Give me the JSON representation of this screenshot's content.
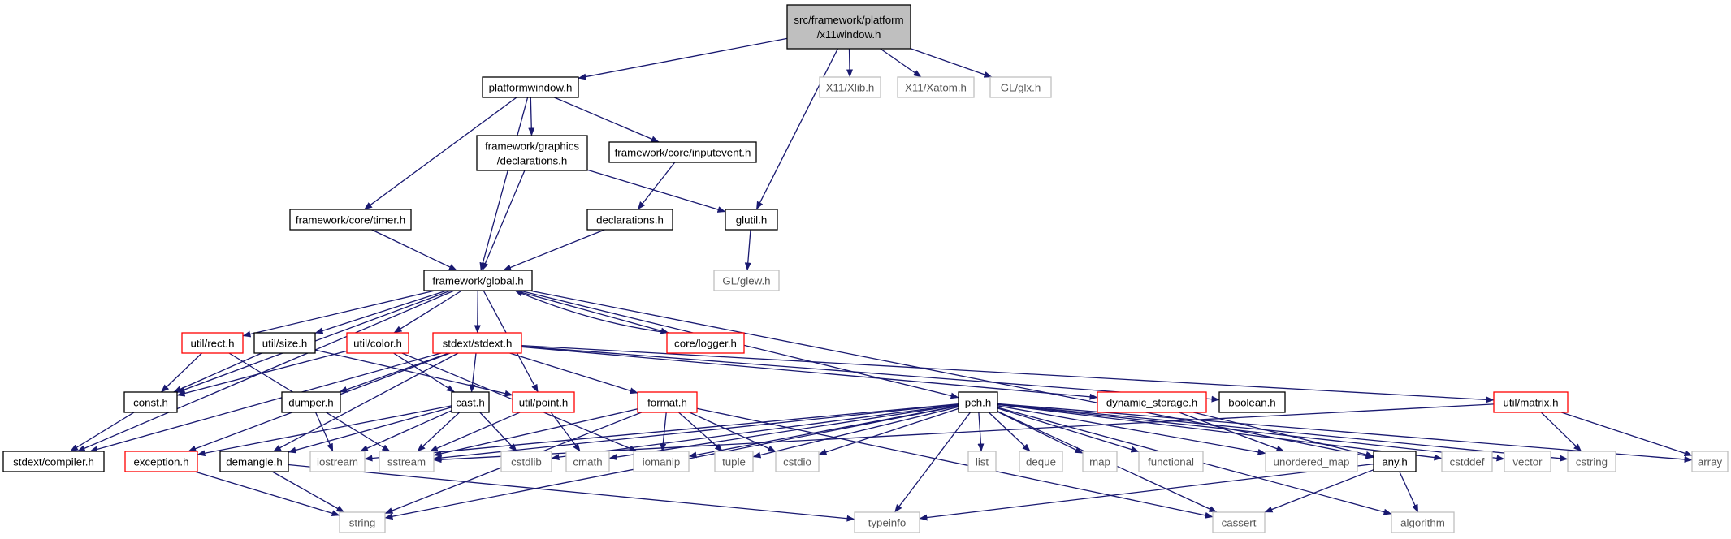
{
  "colors": {
    "edge": "#191970",
    "root_fill": "#bfbfbf",
    "border_default": "#000000",
    "border_red": "#ff0000",
    "border_gray": "#bfbfbf",
    "text_default": "#000000",
    "text_gray": "#555555"
  },
  "nodes": [
    {
      "id": "x11window",
      "lines": [
        "src/framework/platform",
        "/x11window.h"
      ],
      "style": "root"
    },
    {
      "id": "platformwindow",
      "lines": [
        "platformwindow.h"
      ],
      "style": "normal"
    },
    {
      "id": "xlib",
      "lines": [
        "X11/Xlib.h"
      ],
      "style": "gray"
    },
    {
      "id": "xatom",
      "lines": [
        "X11/Xatom.h"
      ],
      "style": "gray"
    },
    {
      "id": "glx",
      "lines": [
        "GL/glx.h"
      ],
      "style": "gray"
    },
    {
      "id": "gdecl",
      "lines": [
        "framework/graphics",
        "/declarations.h"
      ],
      "style": "normal"
    },
    {
      "id": "inputevent",
      "lines": [
        "framework/core/inputevent.h"
      ],
      "style": "normal"
    },
    {
      "id": "timer",
      "lines": [
        "framework/core/timer.h"
      ],
      "style": "normal"
    },
    {
      "id": "declarations",
      "lines": [
        "declarations.h"
      ],
      "style": "normal"
    },
    {
      "id": "glutil",
      "lines": [
        "glutil.h"
      ],
      "style": "normal"
    },
    {
      "id": "glew",
      "lines": [
        "GL/glew.h"
      ],
      "style": "gray"
    },
    {
      "id": "global",
      "lines": [
        "framework/global.h"
      ],
      "style": "normal"
    },
    {
      "id": "rect",
      "lines": [
        "util/rect.h"
      ],
      "style": "red"
    },
    {
      "id": "size",
      "lines": [
        "util/size.h"
      ],
      "style": "normal"
    },
    {
      "id": "color",
      "lines": [
        "util/color.h"
      ],
      "style": "red"
    },
    {
      "id": "stdext",
      "lines": [
        "stdext/stdext.h"
      ],
      "style": "red"
    },
    {
      "id": "logger",
      "lines": [
        "core/logger.h"
      ],
      "style": "red"
    },
    {
      "id": "const",
      "lines": [
        "const.h"
      ],
      "style": "normal"
    },
    {
      "id": "compiler",
      "lines": [
        "stdext/compiler.h"
      ],
      "style": "normal"
    },
    {
      "id": "dumper",
      "lines": [
        "dumper.h"
      ],
      "style": "normal"
    },
    {
      "id": "cast",
      "lines": [
        "cast.h"
      ],
      "style": "normal"
    },
    {
      "id": "point",
      "lines": [
        "util/point.h"
      ],
      "style": "red"
    },
    {
      "id": "format",
      "lines": [
        "format.h"
      ],
      "style": "red"
    },
    {
      "id": "pch",
      "lines": [
        "pch.h"
      ],
      "style": "normal"
    },
    {
      "id": "dynstorage",
      "lines": [
        "dynamic_storage.h"
      ],
      "style": "red"
    },
    {
      "id": "boolean",
      "lines": [
        "boolean.h"
      ],
      "style": "normal"
    },
    {
      "id": "matrix",
      "lines": [
        "util/matrix.h"
      ],
      "style": "red"
    },
    {
      "id": "exception",
      "lines": [
        "exception.h"
      ],
      "style": "red"
    },
    {
      "id": "demangle",
      "lines": [
        "demangle.h"
      ],
      "style": "normal"
    },
    {
      "id": "iostream",
      "lines": [
        "iostream"
      ],
      "style": "gray"
    },
    {
      "id": "sstream",
      "lines": [
        "sstream"
      ],
      "style": "gray"
    },
    {
      "id": "cstdlib",
      "lines": [
        "cstdlib"
      ],
      "style": "gray"
    },
    {
      "id": "cmath",
      "lines": [
        "cmath"
      ],
      "style": "gray"
    },
    {
      "id": "iomanip",
      "lines": [
        "iomanip"
      ],
      "style": "gray"
    },
    {
      "id": "tuple",
      "lines": [
        "tuple"
      ],
      "style": "gray"
    },
    {
      "id": "cstdio",
      "lines": [
        "cstdio"
      ],
      "style": "gray"
    },
    {
      "id": "list",
      "lines": [
        "list"
      ],
      "style": "gray"
    },
    {
      "id": "deque",
      "lines": [
        "deque"
      ],
      "style": "gray"
    },
    {
      "id": "map",
      "lines": [
        "map"
      ],
      "style": "gray"
    },
    {
      "id": "functional",
      "lines": [
        "functional"
      ],
      "style": "gray"
    },
    {
      "id": "unordered_map",
      "lines": [
        "unordered_map"
      ],
      "style": "gray"
    },
    {
      "id": "any",
      "lines": [
        "any.h"
      ],
      "style": "normal"
    },
    {
      "id": "cstddef",
      "lines": [
        "cstddef"
      ],
      "style": "gray"
    },
    {
      "id": "vector",
      "lines": [
        "vector"
      ],
      "style": "gray"
    },
    {
      "id": "cstring",
      "lines": [
        "cstring"
      ],
      "style": "gray"
    },
    {
      "id": "array",
      "lines": [
        "array"
      ],
      "style": "gray"
    },
    {
      "id": "string",
      "lines": [
        "string"
      ],
      "style": "gray"
    },
    {
      "id": "typeinfo",
      "lines": [
        "typeinfo"
      ],
      "style": "gray"
    },
    {
      "id": "cassert",
      "lines": [
        "cassert"
      ],
      "style": "gray"
    },
    {
      "id": "algorithm",
      "lines": [
        "algorithm"
      ],
      "style": "gray"
    }
  ],
  "edges": [
    [
      "x11window",
      "platformwindow"
    ],
    [
      "x11window",
      "xlib"
    ],
    [
      "x11window",
      "xatom"
    ],
    [
      "x11window",
      "glx"
    ],
    [
      "x11window",
      "glutil"
    ],
    [
      "platformwindow",
      "gdecl"
    ],
    [
      "platformwindow",
      "inputevent"
    ],
    [
      "platformwindow",
      "timer"
    ],
    [
      "platformwindow",
      "global"
    ],
    [
      "gdecl",
      "global"
    ],
    [
      "gdecl",
      "glutil"
    ],
    [
      "inputevent",
      "declarations"
    ],
    [
      "timer",
      "global"
    ],
    [
      "declarations",
      "global"
    ],
    [
      "glutil",
      "glew"
    ],
    [
      "global",
      "rect"
    ],
    [
      "global",
      "size"
    ],
    [
      "global",
      "color"
    ],
    [
      "global",
      "stdext"
    ],
    [
      "global",
      "logger"
    ],
    [
      "global",
      "const"
    ],
    [
      "global",
      "compiler"
    ],
    [
      "global",
      "point"
    ],
    [
      "global",
      "pch"
    ],
    [
      "global",
      "any"
    ],
    [
      "logger",
      "global"
    ],
    [
      "rect",
      "const"
    ],
    [
      "rect",
      "sstream"
    ],
    [
      "size",
      "const"
    ],
    [
      "size",
      "point"
    ],
    [
      "color",
      "const"
    ],
    [
      "color",
      "cast"
    ],
    [
      "color",
      "iomanip"
    ],
    [
      "const",
      "compiler"
    ],
    [
      "stdext",
      "compiler"
    ],
    [
      "stdext",
      "dumper"
    ],
    [
      "stdext",
      "cast"
    ],
    [
      "stdext",
      "exception"
    ],
    [
      "stdext",
      "demangle"
    ],
    [
      "stdext",
      "format"
    ],
    [
      "stdext",
      "dynstorage"
    ],
    [
      "stdext",
      "boolean"
    ],
    [
      "stdext",
      "matrix"
    ],
    [
      "dumper",
      "iostream"
    ],
    [
      "cast",
      "exception"
    ],
    [
      "cast",
      "demangle"
    ],
    [
      "cast",
      "iostream"
    ],
    [
      "cast",
      "sstream"
    ],
    [
      "cast",
      "cstdlib"
    ],
    [
      "point",
      "sstream"
    ],
    [
      "point",
      "cmath"
    ],
    [
      "format",
      "sstream"
    ],
    [
      "format",
      "string"
    ],
    [
      "format",
      "tuple"
    ],
    [
      "format",
      "iomanip"
    ],
    [
      "format",
      "cstdio"
    ],
    [
      "format",
      "cassert"
    ],
    [
      "pch",
      "iostream"
    ],
    [
      "pch",
      "sstream"
    ],
    [
      "pch",
      "cstdlib"
    ],
    [
      "pch",
      "cmath"
    ],
    [
      "pch",
      "iomanip"
    ],
    [
      "pch",
      "tuple"
    ],
    [
      "pch",
      "cstdio"
    ],
    [
      "pch",
      "list"
    ],
    [
      "pch",
      "deque"
    ],
    [
      "pch",
      "map"
    ],
    [
      "pch",
      "functional"
    ],
    [
      "pch",
      "unordered_map"
    ],
    [
      "pch",
      "cstddef"
    ],
    [
      "pch",
      "vector"
    ],
    [
      "pch",
      "cstring"
    ],
    [
      "pch",
      "array"
    ],
    [
      "pch",
      "string"
    ],
    [
      "pch",
      "typeinfo"
    ],
    [
      "pch",
      "cassert"
    ],
    [
      "pch",
      "algorithm"
    ],
    [
      "dynstorage",
      "unordered_map"
    ],
    [
      "dynstorage",
      "any"
    ],
    [
      "matrix",
      "sstream"
    ],
    [
      "matrix",
      "cstring"
    ],
    [
      "matrix",
      "array"
    ],
    [
      "exception",
      "string"
    ],
    [
      "demangle",
      "string"
    ],
    [
      "demangle",
      "typeinfo"
    ],
    [
      "any",
      "typeinfo"
    ],
    [
      "any",
      "cassert"
    ],
    [
      "any",
      "algorithm"
    ]
  ]
}
